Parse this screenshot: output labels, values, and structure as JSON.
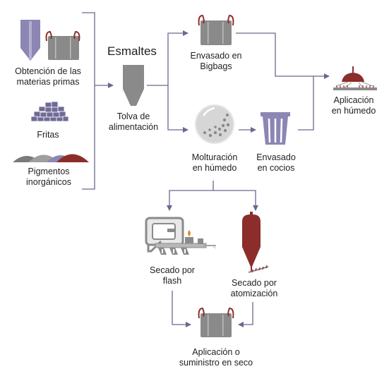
{
  "section_title": "Esmaltes",
  "labels": {
    "raw_materials": "Obtención de las\nmaterias primas",
    "frits": "Fritas",
    "pigments": "Pigmentos\ninorgánicos",
    "hopper": "Tolva de\nalimentación",
    "bigbag_packing": "Envasado en\nBigbags",
    "wet_milling": "Molturación\nen húmedo",
    "drum_packing": "Envasado\nen cocios",
    "wet_application": "Aplicación\nen húmedo",
    "flash_drying": "Secado por\nflash",
    "spray_drying": "Secado por\natomización",
    "dry_application": "Aplicación o\nsuministro en seco"
  },
  "colors": {
    "arrow": "#6b6790",
    "grey_shape": "#8a8a8a",
    "lavender": "#8c86b4",
    "dark_red": "#8b2e2b",
    "silo": "#8f8bb4"
  }
}
